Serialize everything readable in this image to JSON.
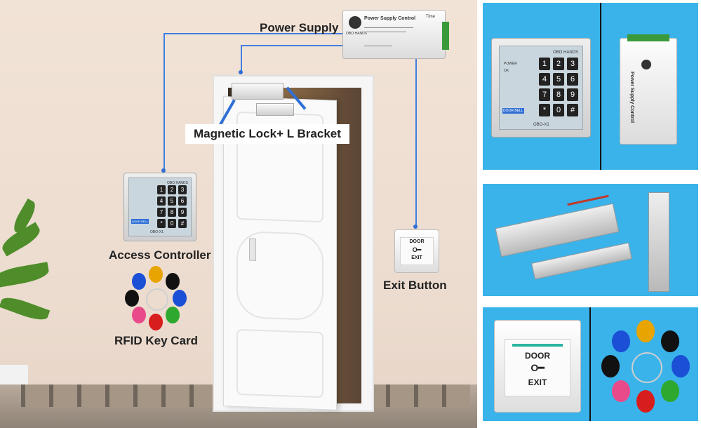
{
  "scene": {
    "labels": {
      "power_supply": "Power Supply",
      "magnetic_lock": "Magnetic Lock+ L Bracket",
      "access_controller": "Access Controller",
      "exit_button": "Exit Button",
      "rfid_key_card": "RFID Key Card"
    },
    "psu_text": {
      "brand": "OBO HANDS",
      "title": "Power Supply Control",
      "time": "Time"
    },
    "keypad": {
      "brand": "OBO HANDS",
      "indicators": [
        "POWER",
        "OK"
      ],
      "model": "OBO-X1",
      "doorbell": "DOOR BELL",
      "keys": [
        "1",
        "2",
        "3",
        "4",
        "5",
        "6",
        "7",
        "8",
        "9",
        "*",
        "0",
        "#"
      ]
    },
    "exit_button": {
      "top": "DOOR",
      "key": "O━",
      "bottom": "EXIT"
    }
  },
  "colors": {
    "wire": "#3f7fe0",
    "panel_bg": "#3ab3ea",
    "fobs": [
      "#e8a400",
      "#111111",
      "#1a4fd6",
      "#2ea82e",
      "#d81d1d",
      "#e94a8a",
      "#111111",
      "#1a4fd6"
    ]
  }
}
